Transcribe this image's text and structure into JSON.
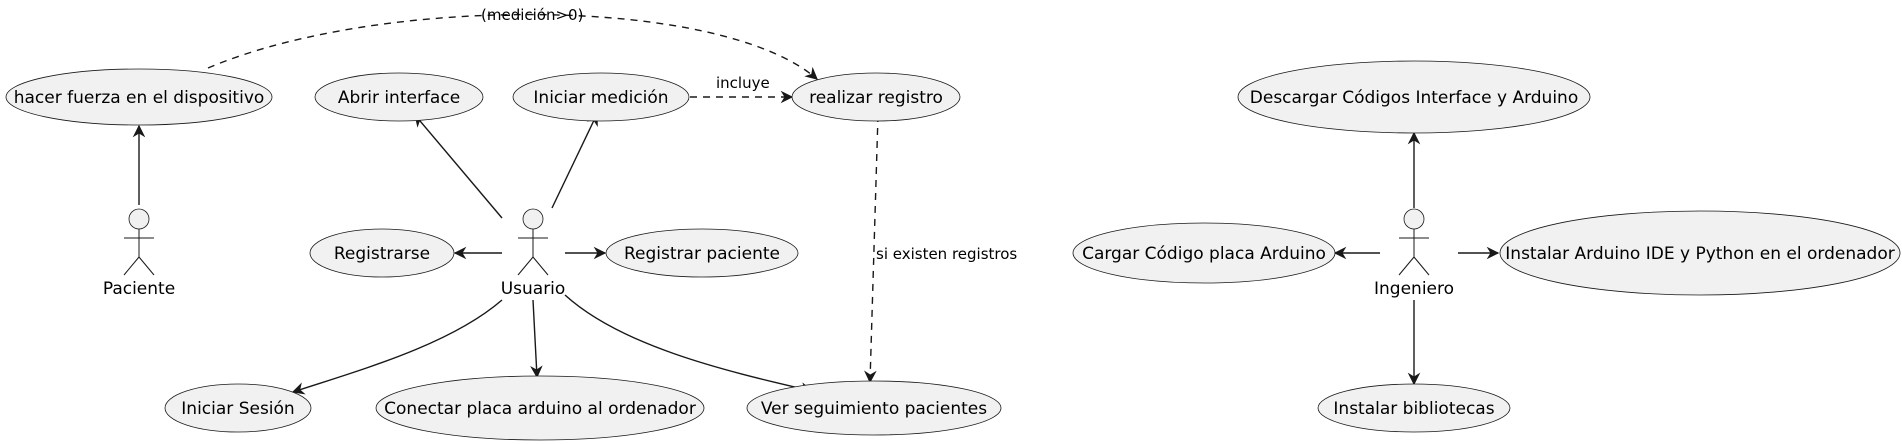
{
  "actors": {
    "paciente": "Paciente",
    "usuario": "Usuario",
    "ingeniero": "Ingeniero"
  },
  "usecases": {
    "hacer_fuerza": "hacer fuerza en el dispositivo",
    "abrir_interface": "Abrir interface",
    "iniciar_medicion": "Iniciar medición",
    "realizar_registro": "realizar registro",
    "registrarse": "Registrarse",
    "registrar_paciente": "Registrar paciente",
    "iniciar_sesion": "Iniciar Sesión",
    "conectar_placa": "Conectar placa arduino al ordenador",
    "ver_seguimiento": "Ver seguimiento pacientes",
    "descargar_codigos": "Descargar Códigos Interface y Arduino",
    "cargar_codigo": "Cargar Código placa Arduino",
    "instalar_ide": "Instalar Arduino IDE y Python en el ordenador",
    "instalar_bibliotecas": "Instalar bibliotecas"
  },
  "edge_labels": {
    "medicion": "(medición>0)",
    "incluye": "incluye",
    "si_existen": "si existen registros"
  },
  "colors": {
    "fill": "#f1f1f1",
    "stroke": "#181818"
  }
}
